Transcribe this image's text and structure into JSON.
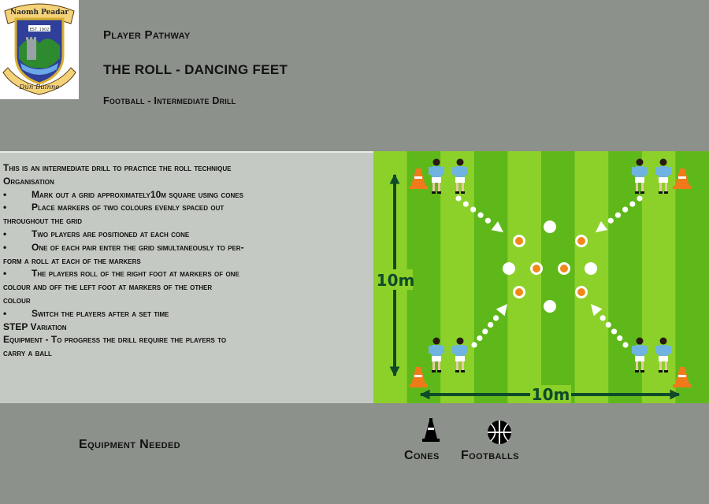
{
  "crest": {
    "top_text": "Naomh Peadar",
    "bottom_text": "Dún Búinne",
    "est_text": "EST. 1902"
  },
  "header": {
    "program": "Player Pathway",
    "title": "THE ROLL - DANCING FEET",
    "subtitle": "Football - Intermediate Drill"
  },
  "description": {
    "intro": "This is an intermediate drill to practice the roll technique",
    "organisation_heading": "Organisation",
    "bullet_symbol": "•",
    "b1": "Mark out a grid approximately10m square using cones",
    "b2a": "Place markers of two colours evenly spaced out",
    "b2b": "throughout the grid",
    "b3": "Two players are positioned at each cone",
    "b4a": "One of each pair enter the grid simultaneously to per-",
    "b4b": "form a roll at each of the markers",
    "b5a": "The players roll of the right foot at markers of one",
    "b5b": "colour and off the left foot at markers of the other",
    "b5c": "colour",
    "b6": "Switch the players after a set time",
    "variation": "STEP Variation",
    "equip_a": "Equipment - To progress the drill require the players to",
    "equip_b": "carry a ball"
  },
  "diagram": {
    "vertical_dimension": "10m",
    "horizontal_dimension": "10m",
    "colors": {
      "grass_light": "#8cd12a",
      "grass_dark": "#5fb81a",
      "arrow": "#0f4a2a",
      "cone": "#f07a1a",
      "marker_orange": "#f08a16",
      "marker_white": "#ffffff",
      "jersey": "#6fb3e0",
      "shorts": "#ffffff"
    }
  },
  "equipment": {
    "label": "Equipment Needed",
    "cones_label": "Cones",
    "footballs_label": "Footballs",
    "cones_icon": "cone-icon",
    "footballs_icon": "football-icon"
  }
}
